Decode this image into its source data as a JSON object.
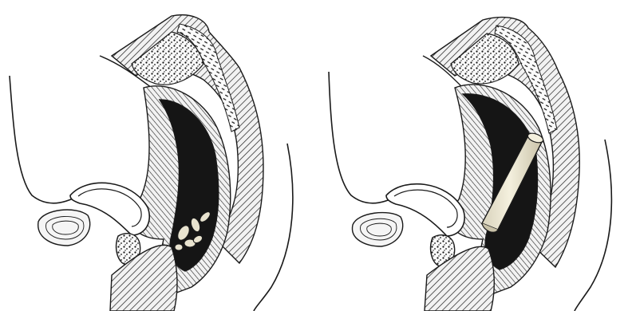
{
  "figure": {
    "panels": [
      {
        "id": "left",
        "view": "sagittal-section",
        "contents": "stool-fragments"
      },
      {
        "id": "right",
        "view": "sagittal-section",
        "contents": "cylindrical-object"
      }
    ],
    "colors": {
      "ink": "#1a1a1a",
      "dark-cavity": "#151515",
      "hatch-bg": "#f0f0f0",
      "object-fill": "#e9e4cf",
      "stipple-bg": "#fafafa"
    }
  }
}
